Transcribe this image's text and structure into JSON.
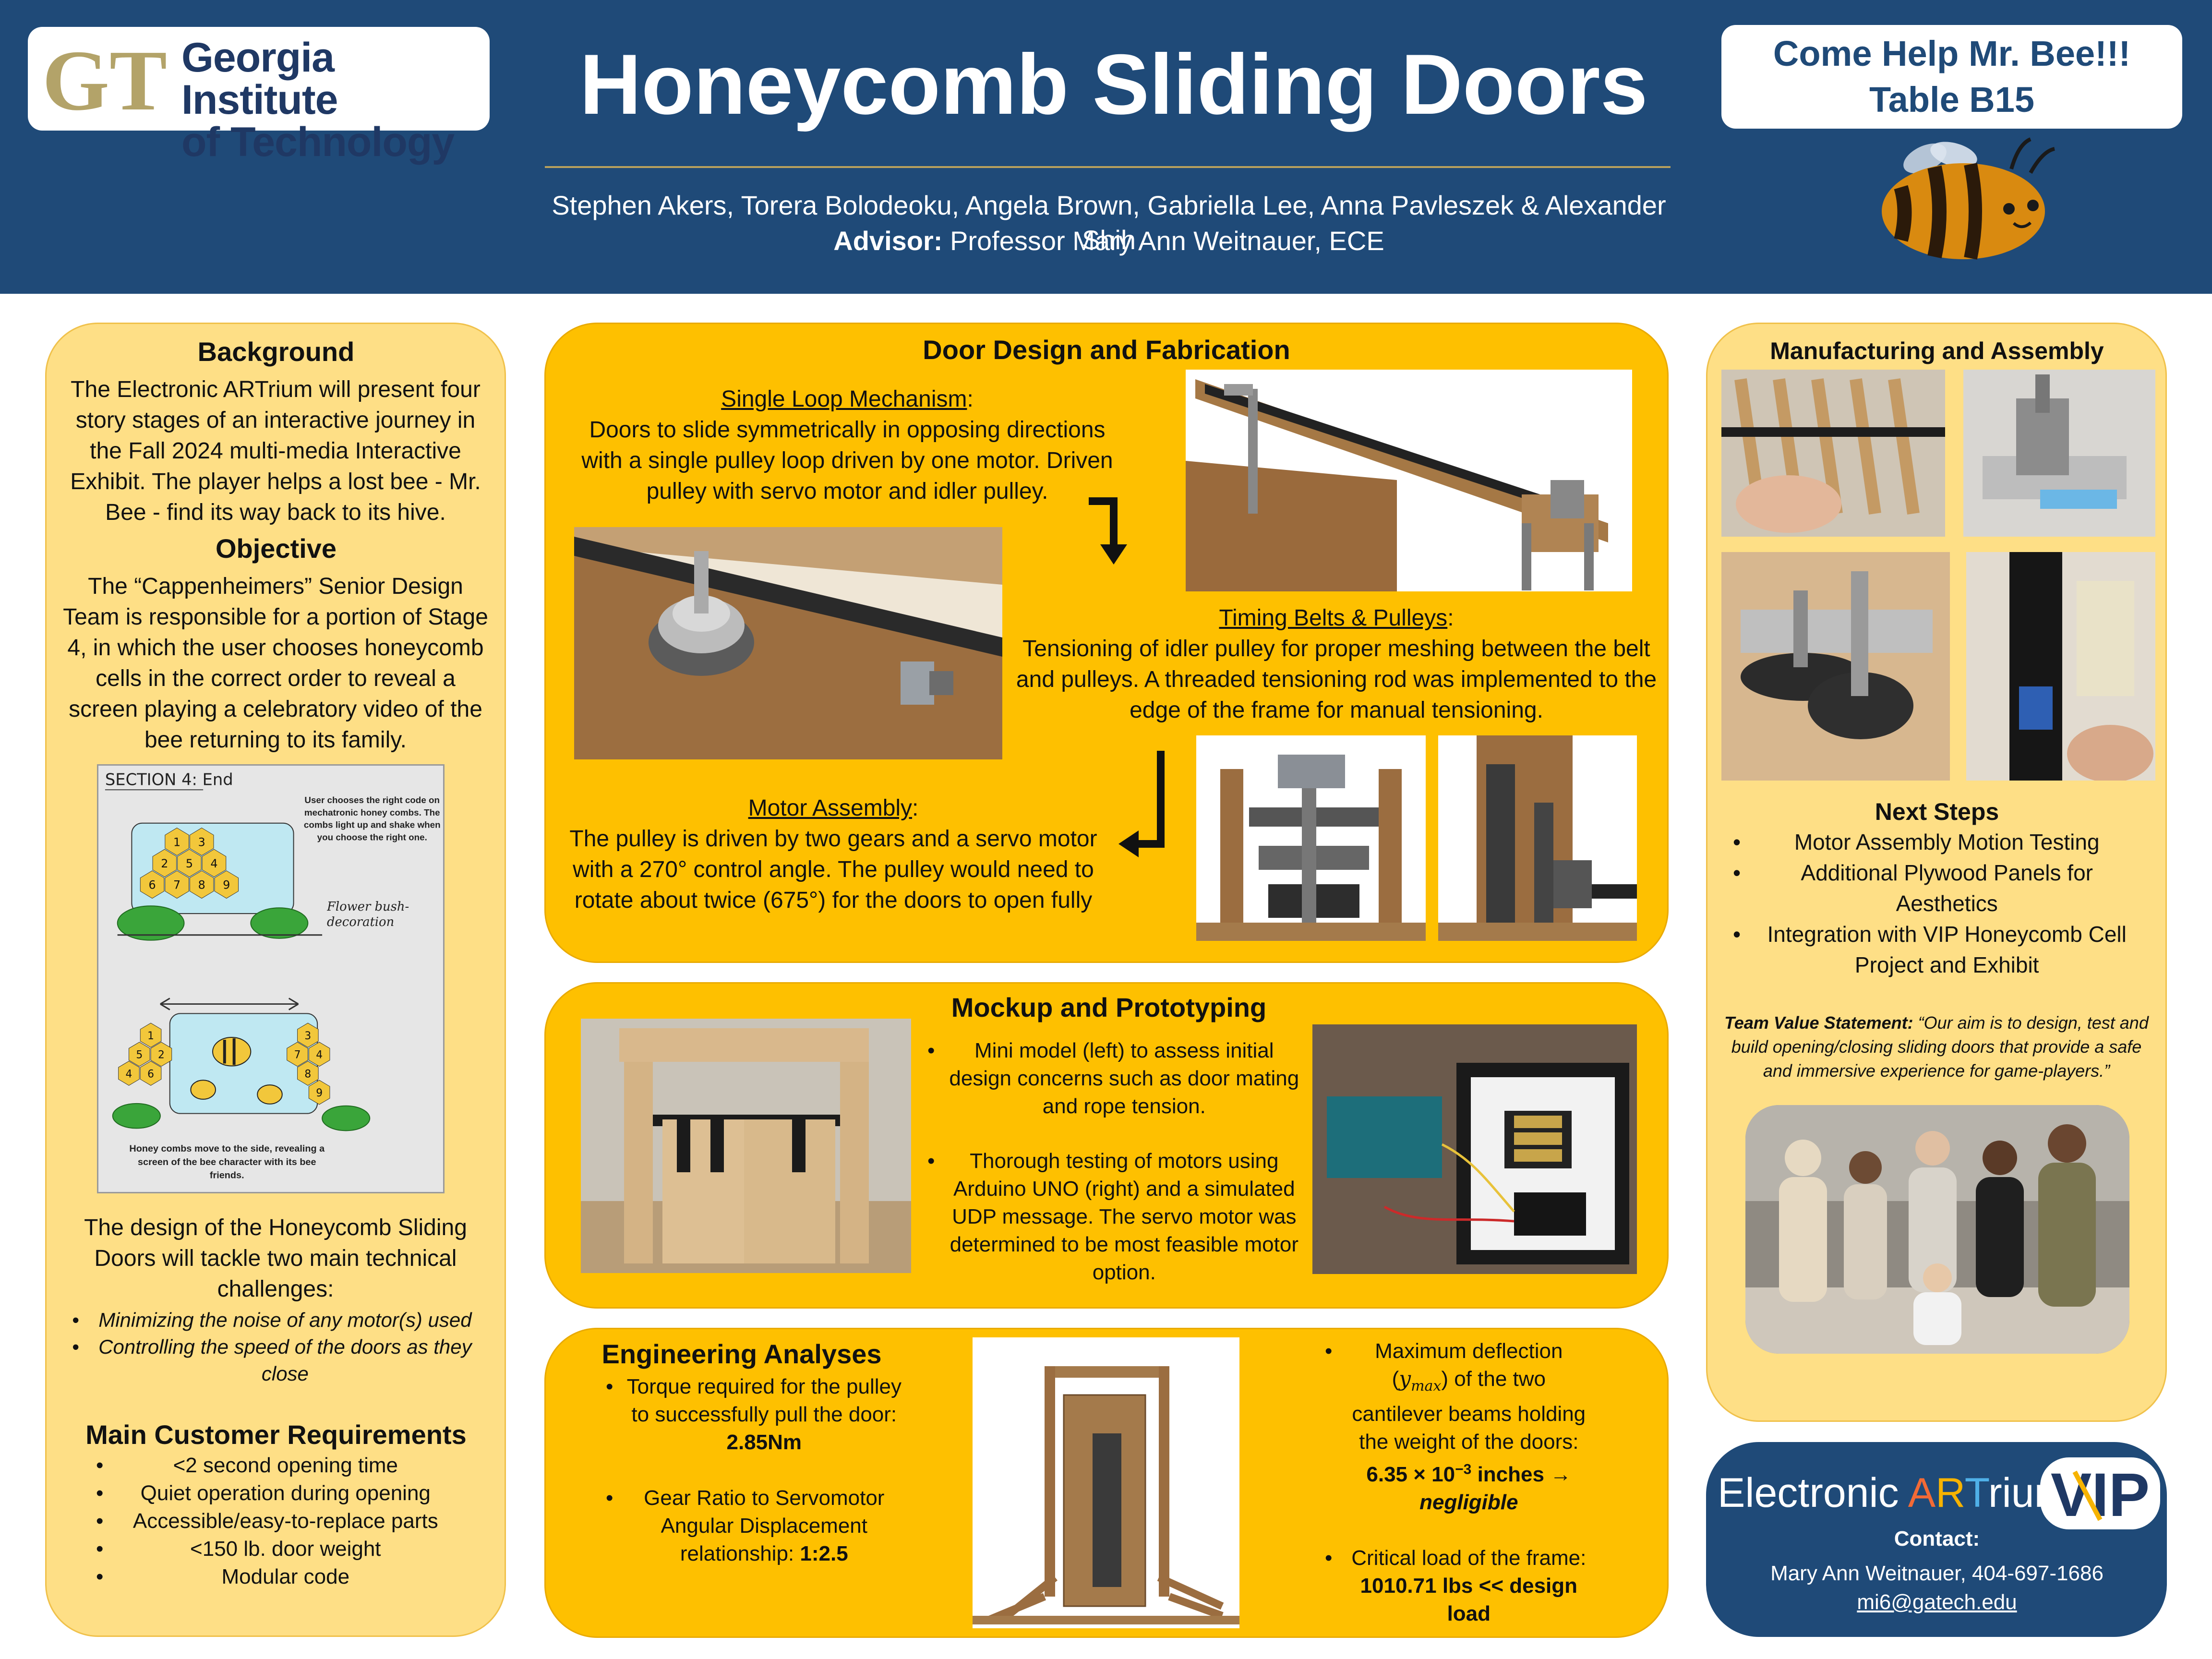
{
  "header": {
    "logo_line1": "Georgia Institute",
    "logo_line2": "of Technology",
    "logo_mark": "GT",
    "title": "Honeycomb Sliding Doors",
    "authors": "Stephen Akers, Torera Bolodeoku, Angela Brown, Gabriella Lee, Anna Pavleszek & Alexander Shih",
    "advisor_label": "Advisor:",
    "advisor_name": "Professor Mary Ann Weitnauer, ECE",
    "help_line1": "Come Help Mr. Bee!!!",
    "help_line2": "Table B15"
  },
  "left": {
    "background_title": "Background",
    "background_text": "The Electronic ARTrium will present four story stages of an interactive journey in the Fall 2024 multi-media Interactive Exhibit. The player helps a lost bee - Mr. Bee - find its way back to its hive.",
    "objective_title": "Objective",
    "objective_text": "The “Cappenheimers” Senior Design Team is responsible for a portion of Stage 4, in which the user chooses honeycomb cells in the correct order to reveal a screen playing a celebratory video of the bee returning to its family.",
    "sketch": {
      "section": "SECTION 4: End",
      "note_top": "User chooses the right code on mechatronic honey combs. The combs light up and shake when you choose the right one.",
      "note_flower": "Flower bush- decoration",
      "note_bottom": "Honey combs move to the side, revealing a screen of the bee character with its bee friends.",
      "cells_top": [
        "1",
        "2",
        "3",
        "4",
        "5",
        "6",
        "7",
        "8",
        "9"
      ],
      "cells_left": [
        "1",
        "2",
        "4",
        "5",
        "6"
      ],
      "cells_right": [
        "3",
        "4",
        "7",
        "8",
        "9"
      ]
    },
    "design_text": "The design of the Honeycomb Sliding Doors will tackle two main technical challenges:",
    "challenges": [
      "Minimizing the noise of any motor(s) used",
      "Controlling the speed of the doors as they close"
    ],
    "req_title": "Main Customer Requirements",
    "requirements": [
      "<2 second opening time",
      "Quiet operation during opening",
      "Accessible/easy-to-replace parts",
      "<150 lb. door weight",
      "Modular code"
    ]
  },
  "door": {
    "title": "Door Design and Fabrication",
    "single_loop_title": "Single Loop Mechanism",
    "single_loop_text": "Doors to slide symmetrically in opposing directions with a single pulley loop driven by one motor. Driven pulley with servo motor and idler pulley.",
    "timing_title": "Timing Belts & Pulleys",
    "timing_text": "Tensioning of idler pulley for proper meshing between the belt and pulleys. A threaded tensioning rod was implemented to the edge of the frame for manual tensioning.",
    "motor_title": "Motor Assembly",
    "motor_text": "The pulley is driven by two gears and a servo motor with a 270° control angle. The pulley would need to rotate about twice (675°) for the doors to open fully"
  },
  "mockup": {
    "title": "Mockup and Prototyping",
    "bullets": [
      "Mini model (left) to assess initial design concerns such as door mating and rope tension.",
      "Thorough testing of motors using Arduino UNO (right) and a simulated UDP message. The servo motor was determined to be most feasible motor option."
    ]
  },
  "eng": {
    "title": "Engineering Analyses",
    "torque_text": "Torque required for the pulley to successfully pull the door:",
    "torque_value": "2.85Nm",
    "gear_text": "Gear Ratio to Servomotor Angular Displacement relationship:",
    "gear_value": "1:2.5",
    "deflection_pre": "Maximum deflection",
    "deflection_var": "y",
    "deflection_sub": "max",
    "deflection_text": "of the two cantilever beams holding the weight of the doors:",
    "deflection_value": "6.35 × 10",
    "deflection_exp": "−3",
    "deflection_unit": "inches →",
    "deflection_result": "negligible",
    "critical_text": "Critical load of the frame:",
    "critical_value": "1010.71 lbs << design load"
  },
  "right": {
    "mfg_title": "Manufacturing and Assembly",
    "next_title": "Next Steps",
    "next_steps": [
      "Motor Assembly Motion Testing",
      "Additional Plywood Panels for Aesthetics",
      "Integration with VIP Honeycomb Cell Project and Exhibit"
    ],
    "team_label": "Team Value Statement:",
    "team_text": "“Our aim is to design, test and build opening/closing sliding doors that provide a safe and immersive experience for game-players.”"
  },
  "contact": {
    "brand_1": "Electronic ",
    "brand_2": "A",
    "brand_3": "R",
    "brand_4": "T",
    "brand_5": "rium",
    "vip": "VIP",
    "label": "Contact:",
    "name_phone": "Mary Ann Weitnauer, 404-697-1686",
    "email": "mi6@gatech.edu"
  },
  "colors": {
    "header_blue": "#1f4a78",
    "panel_gold": "#fec000",
    "panel_light": "#fedf86",
    "gt_gold": "#b3a369"
  }
}
